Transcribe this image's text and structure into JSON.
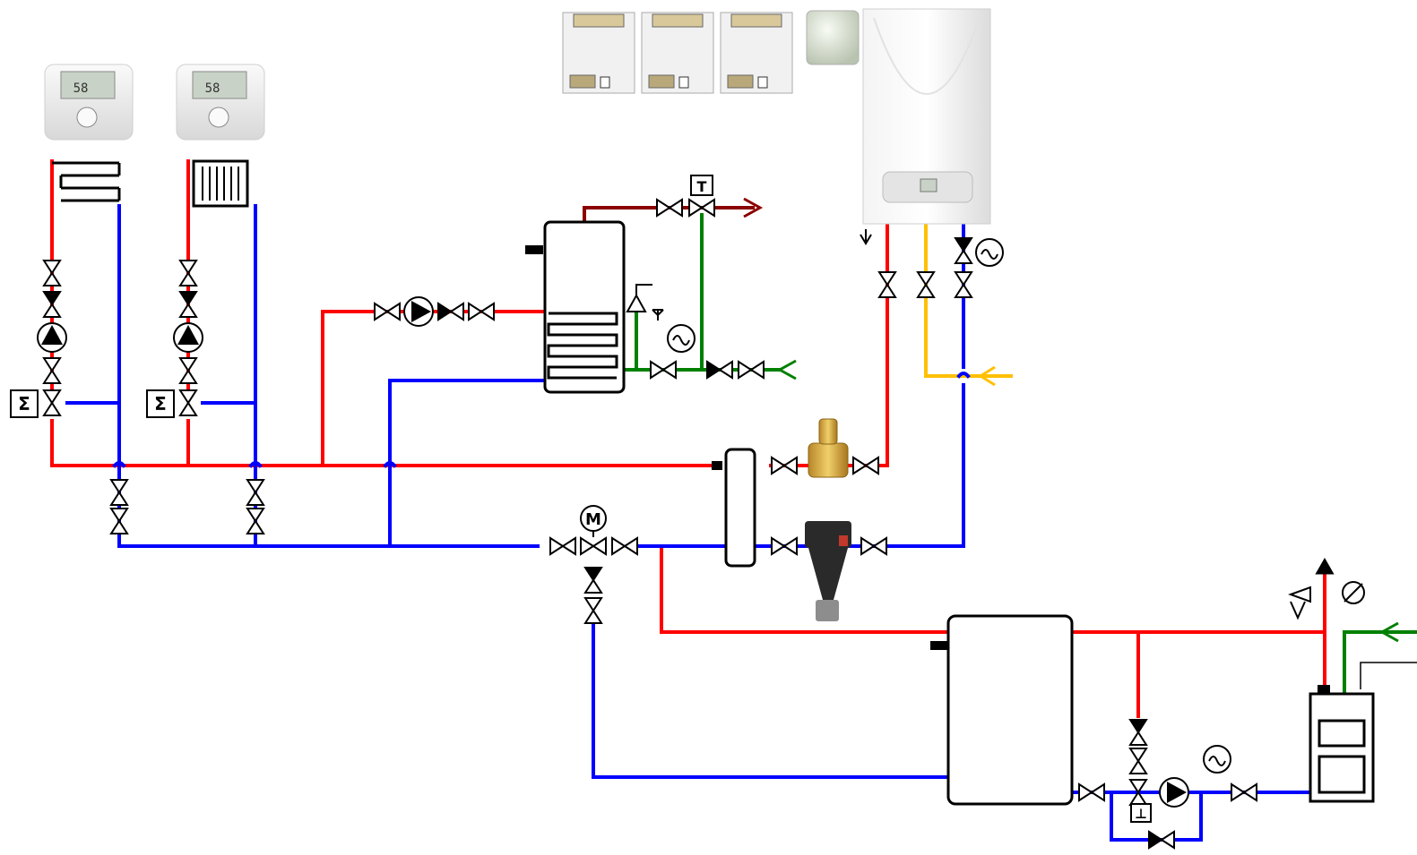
{
  "diagram": {
    "thermostats": [
      {
        "display": "58"
      },
      {
        "display": "58"
      }
    ],
    "symbol_letters": {
      "sigma": "Σ",
      "motor": "M",
      "thermo": "T",
      "thermo_inv": "⊥"
    },
    "colors": {
      "hot": "#ff0000",
      "cold": "#0000ff",
      "mains_water": "#008000",
      "dhw_out": "#8b0000",
      "gas": "#ffc000",
      "device_body": "#f2f2f2",
      "boiler_body": "#ececec",
      "brass": "#d4a93c",
      "filter_dark": "#2a2a2a"
    }
  }
}
